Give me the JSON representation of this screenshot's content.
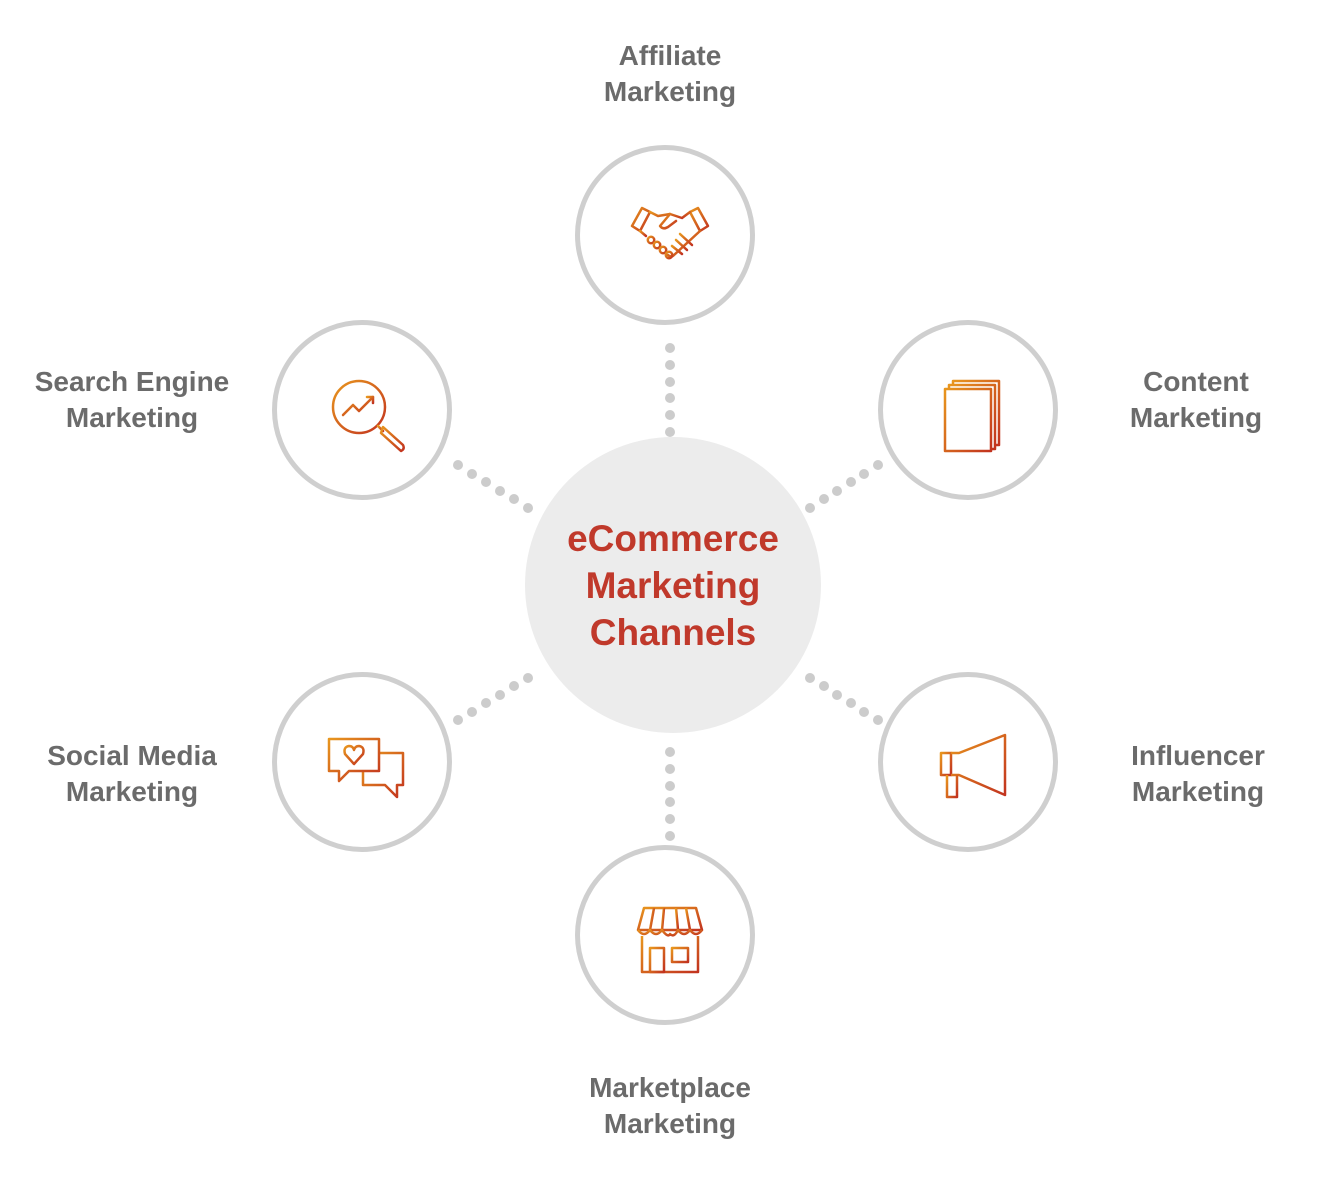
{
  "center": {
    "line1": "eCommerce",
    "line2": "Marketing",
    "line3": "Channels"
  },
  "colors": {
    "title": "#c0392b",
    "label": "#6b6b6b",
    "ring": "#cfcfcf",
    "dots": "#cccccc",
    "icon_start": "#e8961e",
    "icon_end": "#c2331f"
  },
  "channels": {
    "affiliate": {
      "line1": "Affiliate",
      "line2": "Marketing",
      "icon": "handshake-icon"
    },
    "content": {
      "line1": "Content",
      "line2": "Marketing",
      "icon": "documents-icon"
    },
    "influencer": {
      "line1": "Influencer",
      "line2": "Marketing",
      "icon": "megaphone-icon"
    },
    "marketplace": {
      "line1": "Marketplace",
      "line2": "Marketing",
      "icon": "storefront-icon"
    },
    "social": {
      "line1": "Social Media",
      "line2": "Marketing",
      "icon": "chat-bubbles-heart-icon"
    },
    "search": {
      "line1": "Search Engine",
      "line2": "Marketing",
      "icon": "magnifier-trend-icon"
    }
  }
}
